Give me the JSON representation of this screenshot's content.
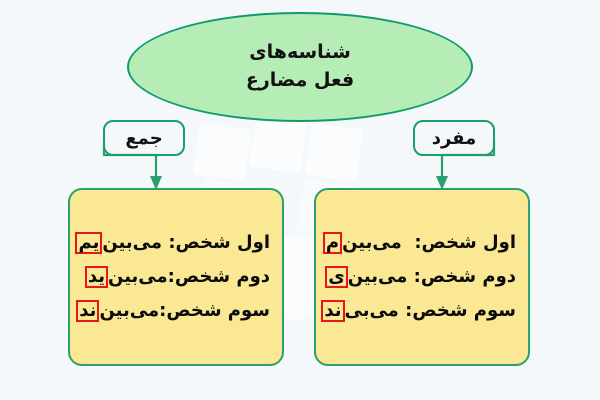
{
  "page": {
    "title": "شناسه‌های فعل مضارع",
    "language": "fa",
    "direction": "rtl",
    "background_color": "#f5f8fa"
  },
  "root": {
    "name": "root-node",
    "shape": "ellipse",
    "fill_color": "#b6ecb6",
    "border_color": "#0f9c6c",
    "line1": "شناسه‌های",
    "line2": "فعل مضارع"
  },
  "branches": [
    {
      "key": "plural",
      "label": "جمع",
      "side": "left",
      "box": {
        "fill_color": "#fae894",
        "border_color": "#2aa06c",
        "rows": [
          {
            "person": "اول شخص",
            "separator": ":",
            "verb_stem": "می‌بین",
            "suffix": "یم",
            "full": "اول شخص: می‌بینیم"
          },
          {
            "person": "دوم شخص",
            "separator": ":",
            "verb_stem": "می‌بین",
            "suffix": "ید",
            "full": "دوم شخص:می‌بینید"
          },
          {
            "person": "سوم شخص",
            "separator": ":",
            "verb_stem": "می‌بین",
            "suffix": "ند",
            "full": "سوم شخص:می‌بینند"
          }
        ]
      }
    },
    {
      "key": "singular",
      "label": "مفرد",
      "side": "right",
      "box": {
        "fill_color": "#fae894",
        "border_color": "#2aa06c",
        "rows": [
          {
            "person": "اول شخص",
            "separator": ":",
            "verb_stem": "می‌بین",
            "suffix": "م",
            "full": "اول شخص:  می‌بینم"
          },
          {
            "person": "دوم شخص",
            "separator": ":",
            "verb_stem": "می‌بین",
            "suffix": "ی",
            "full": "دوم شخص: می‌بینی"
          },
          {
            "person": "سوم شخص",
            "separator": ":",
            "verb_stem": "می‌بی",
            "suffix": "ند",
            "full": "سوم شخص: می‌بیند"
          }
        ]
      }
    }
  ],
  "highlight": {
    "name": "suffix-highlight",
    "border_color": "#e8161a",
    "meaning": "شناسه"
  },
  "connectors": {
    "color": "#2aa06c",
    "arrow_count": 2
  }
}
